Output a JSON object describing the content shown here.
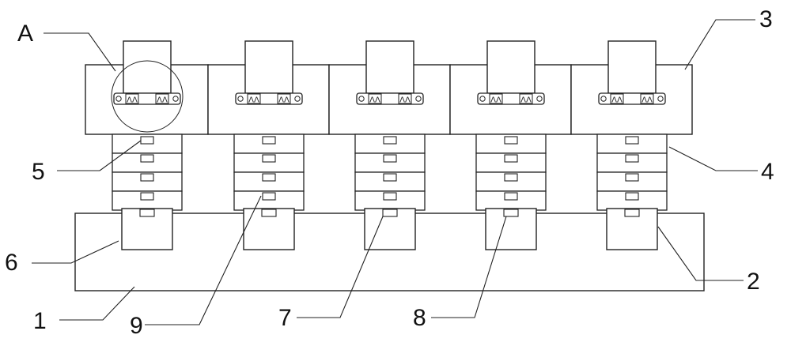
{
  "labels": {
    "A": "A",
    "n1": "1",
    "n2": "2",
    "n3": "3",
    "n4": "4",
    "n5": "5",
    "n6": "6",
    "n7": "7",
    "n8": "8",
    "n9": "9"
  },
  "colors": {
    "line": "#222222",
    "background": "#ffffff",
    "text": "#111111"
  },
  "spring_glyph": "ΛΛ"
}
